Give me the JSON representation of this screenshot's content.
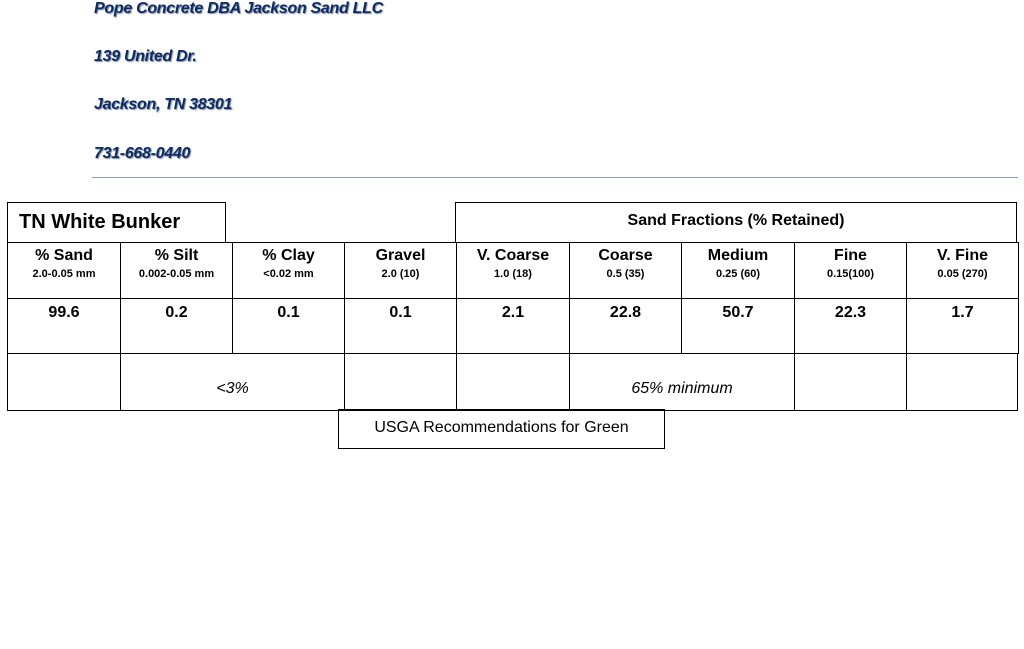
{
  "header": {
    "company": "Pope Concrete DBA Jackson Sand LLC",
    "address": "139 United Dr.",
    "city": "Jackson, TN 38301",
    "phone": "731-668-0440"
  },
  "title": "TN White Bunker",
  "fractions_title": "Sand Fractions (% Retained)",
  "columns": [
    {
      "name": "% Sand",
      "sub": "2.0-0.05 mm",
      "value": "99.6"
    },
    {
      "name": "% Silt",
      "sub": "0.002-0.05 mm",
      "value": "0.2"
    },
    {
      "name": "% Clay",
      "sub": "<0.02 mm",
      "value": "0.1"
    },
    {
      "name": "Gravel",
      "sub": "2.0 (10)",
      "value": "0.1"
    },
    {
      "name": "V. Coarse",
      "sub": "1.0 (18)",
      "value": "2.1"
    },
    {
      "name": "Coarse",
      "sub": "0.5 (35)",
      "value": "22.8"
    },
    {
      "name": "Medium",
      "sub": "0.25 (60)",
      "value": "50.7"
    },
    {
      "name": "Fine",
      "sub": "0.15(100)",
      "value": "22.3"
    },
    {
      "name": "V. Fine",
      "sub": "0.05 (270)",
      "value": "1.7"
    }
  ],
  "recommendations": {
    "silt_clay": "<3%",
    "coarse_medium": "65% minimum",
    "label": "USGA Recommendations for Green"
  }
}
